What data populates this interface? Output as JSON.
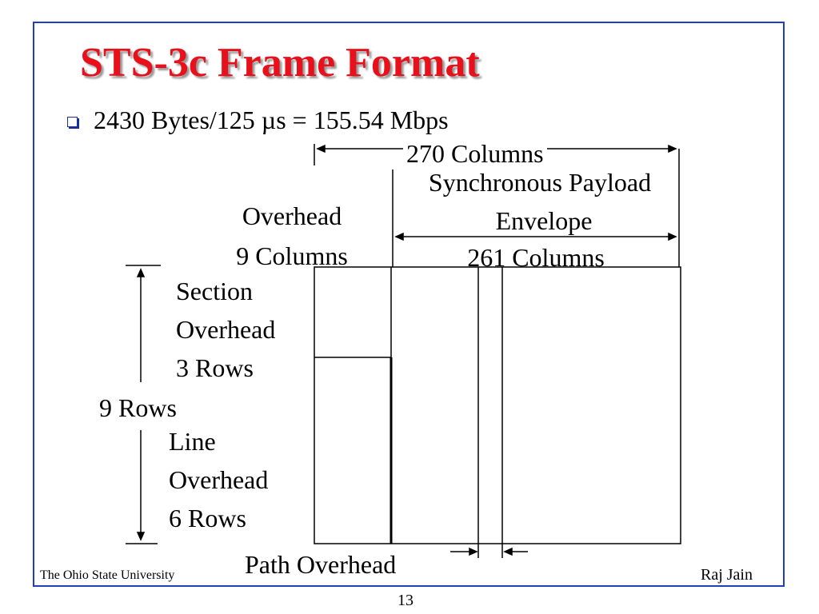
{
  "slide": {
    "title": "STS-3c Frame Format",
    "bullet": "2430 Bytes/125 µs = 155.54 Mbps",
    "footer_left": "The Ohio State University",
    "footer_right": "Raj Jain",
    "page_number": "13"
  },
  "diagram": {
    "total_columns": "270 Columns",
    "spe_line1": "Synchronous Payload",
    "spe_line2": "Envelope",
    "spe_columns": "261 Columns",
    "overhead_line1": "Overhead",
    "overhead_line2": "9 Columns",
    "section_line1": "Section",
    "section_line2": "Overhead",
    "section_line3": "3 Rows",
    "total_rows": "9 Rows",
    "line_line1": "Line",
    "line_line2": "Overhead",
    "line_line3": "6 Rows",
    "path_overhead": "Path Overhead"
  },
  "colors": {
    "title": "#e8101b",
    "border": "#1f3fbf",
    "bullet": "#1a2e9e"
  }
}
